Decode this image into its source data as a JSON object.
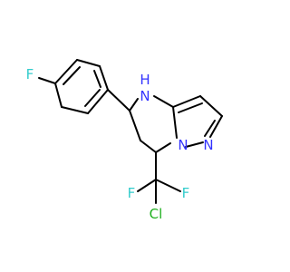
{
  "molecule": {
    "atoms": {
      "fluoro_aryl": {
        "label": "F",
        "color": "#33cccc"
      },
      "amine_nh": {
        "label": "N",
        "color": "#3333ff"
      },
      "amine_h": {
        "label": "H",
        "color": "#3333ff"
      },
      "pyrazole_n1": {
        "label": "N",
        "color": "#3333ff"
      },
      "pyrazole_n2": {
        "label": "N",
        "color": "#3333ff"
      },
      "fluoro_cf2_left": {
        "label": "F",
        "color": "#33cccc"
      },
      "fluoro_cf2_right": {
        "label": "F",
        "color": "#33cccc"
      },
      "chloro": {
        "label": "Cl",
        "color": "#1fb01f"
      }
    }
  }
}
